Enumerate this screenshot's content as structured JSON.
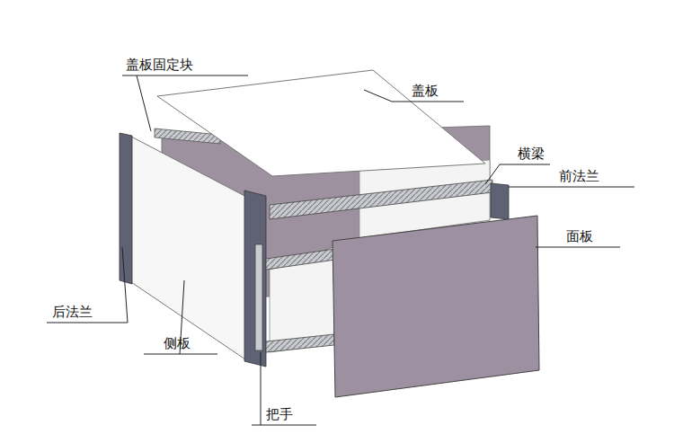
{
  "diagram": {
    "labels": [
      "盖板固定块",
      "盖板",
      "横梁",
      "前法兰",
      "面板",
      "后法兰",
      "侧板",
      "把手"
    ]
  }
}
